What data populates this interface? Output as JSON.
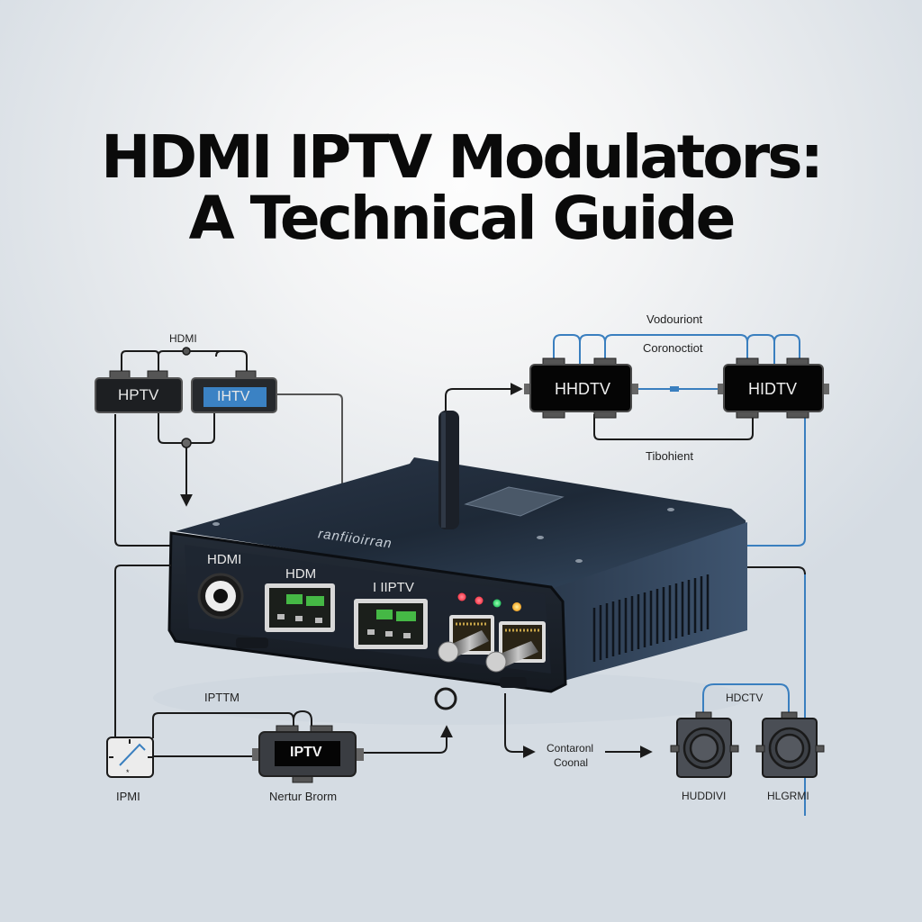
{
  "title": {
    "line1": "HDMI IPTV Modulators:",
    "line2": "A Technical Guide"
  },
  "colors": {
    "background_center": "#fdfdfd",
    "background_edge": "#d5dce3",
    "device_body": "#1f2a38",
    "device_front": "#1b222c",
    "wire_black": "#1a1a1a",
    "wire_blue": "#3a7fbf",
    "iptv_screen_blue": "#3b82c4",
    "led_red": "#ff4a5a",
    "led_green": "#3ee07a",
    "led_amber": "#ffc23a",
    "port_green": "#3fbf3f"
  },
  "top_left_group": {
    "label": "HDMI",
    "box1_label": "HPTV",
    "box2_label": "IHTV"
  },
  "top_right_group": {
    "label_top": "Vodouriont",
    "label_mid": "Coronoctiot",
    "label_bottom": "Tibohient",
    "box1_label": "HHDTV",
    "box2_label": "HIDTV"
  },
  "device": {
    "brand_text": "ranfiioirran",
    "port_labels": {
      "hdmi": "HDMI",
      "hdm": "HDM",
      "iptv": "I IIPTV"
    },
    "leds": [
      "red",
      "red",
      "green",
      "amber"
    ]
  },
  "bottom_left_group": {
    "wire_label": "IPTTM",
    "meter_label": "IPMI",
    "box_label": "IPTV",
    "box_caption": "Nertur Brorm"
  },
  "bottom_right_group": {
    "arrow_label_line1": "Contaronl",
    "arrow_label_line2": "Coonal",
    "wire_label": "HDCTV",
    "connector1_label": "HUDDIVI",
    "connector2_label": "HLGRMI"
  }
}
